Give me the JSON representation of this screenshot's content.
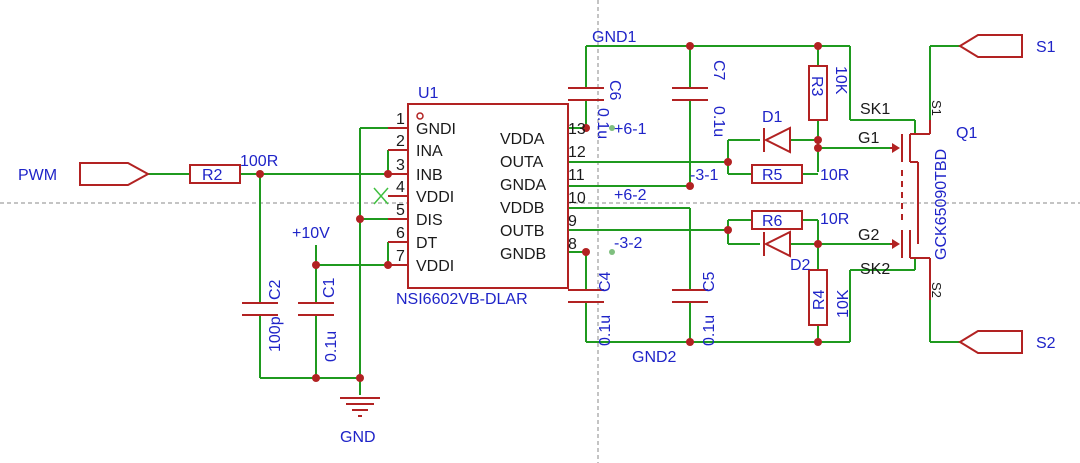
{
  "nets": {
    "pwm": "PWM",
    "gnd": "GND",
    "gnd1": "GND1",
    "gnd2": "GND2",
    "plus10v": "+10V",
    "p6_1": "+6-1",
    "m3_1": "-3-1",
    "p6_2": "+6-2",
    "m3_2": "-3-2",
    "s1": "S1",
    "s2": "S2",
    "sk1": "SK1",
    "sk2": "SK2",
    "g1": "G1",
    "g2": "G2"
  },
  "u1": {
    "ref": "U1",
    "part": "NSI6602VB-DLAR",
    "left_pins": [
      {
        "num": "1",
        "name": "GNDI"
      },
      {
        "num": "2",
        "name": "INA"
      },
      {
        "num": "3",
        "name": "INB"
      },
      {
        "num": "4",
        "name": "VDDI"
      },
      {
        "num": "5",
        "name": "DIS"
      },
      {
        "num": "6",
        "name": "DT"
      },
      {
        "num": "7",
        "name": "VDDI"
      }
    ],
    "right_pins": [
      {
        "num": "13",
        "name": "VDDA"
      },
      {
        "num": "12",
        "name": "OUTA"
      },
      {
        "num": "11",
        "name": "GNDA"
      },
      {
        "num": "10",
        "name": "VDDB"
      },
      {
        "num": "9",
        "name": "OUTB"
      },
      {
        "num": "8",
        "name": "GNDB"
      }
    ]
  },
  "parts": {
    "r2": {
      "ref": "R2",
      "value": "100R"
    },
    "c2": {
      "ref": "C2",
      "value": "100p"
    },
    "c1": {
      "ref": "C1",
      "value": "0.1u"
    },
    "c6": {
      "ref": "C6",
      "value": "0.1u"
    },
    "c7": {
      "ref": "C7",
      "value": "0.1u"
    },
    "c4": {
      "ref": "C4",
      "value": "0.1u"
    },
    "c5": {
      "ref": "C5",
      "value": "0.1u"
    },
    "r3": {
      "ref": "R3",
      "value": "10K"
    },
    "r4": {
      "ref": "R4",
      "value": "10K"
    },
    "r5": {
      "ref": "R5",
      "value": "10R"
    },
    "r6": {
      "ref": "R6",
      "value": "10R"
    },
    "d1": {
      "ref": "D1"
    },
    "d2": {
      "ref": "D2"
    },
    "q1": {
      "ref": "Q1",
      "part": "GCK65090TBD",
      "pin_s1": "S1",
      "pin_s2": "S2"
    }
  },
  "colors": {
    "wire": "#1f9a1f",
    "symbol": "#b22222",
    "label": "#1f24c8",
    "text": "#1a1a1a",
    "guide": "#8a8a8a"
  }
}
